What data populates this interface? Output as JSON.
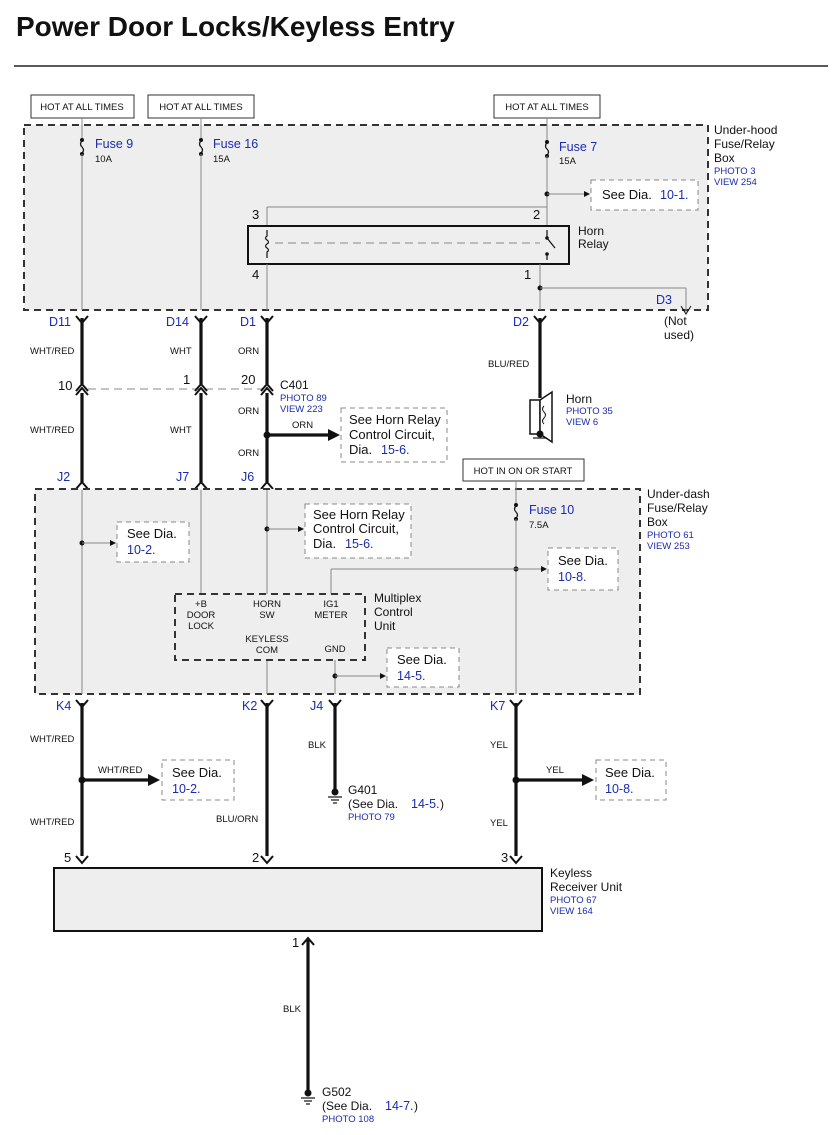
{
  "title": "Power Door Locks/Keyless Entry",
  "hot_labels": {
    "fuse9": "HOT AT ALL TIMES",
    "fuse16": "HOT AT ALL TIMES",
    "fuse7": "HOT AT ALL TIMES",
    "fuse10": "HOT IN ON OR START"
  },
  "underhood_box": {
    "name_line1": "Under-hood",
    "name_line2": "Fuse/Relay",
    "name_line3": "Box",
    "photo": "PHOTO 3",
    "view": "VIEW 254",
    "fuse9": {
      "name": "Fuse 9",
      "rating": "10A"
    },
    "fuse16": {
      "name": "Fuse 16",
      "rating": "15A"
    },
    "fuse7": {
      "name": "Fuse 7",
      "rating": "15A"
    },
    "see_dia_text": "See Dia.",
    "see_dia_ref": "10-1.",
    "horn_relay_line1": "Horn",
    "horn_relay_line2": "Relay",
    "relay_pins": {
      "p3": "3",
      "p2": "2",
      "p4": "4",
      "p1": "1"
    },
    "d3": "D3",
    "not_used_line1": "(Not",
    "not_used_line2": "used)"
  },
  "connectors": {
    "d11": "D11",
    "d14": "D14",
    "d1": "D1",
    "d2": "D2",
    "j2": "J2",
    "j7": "J7",
    "j6": "J6",
    "k4": "K4",
    "k2": "K2",
    "j4": "J4",
    "k7": "K7"
  },
  "wires": {
    "wht_red": "WHT/RED",
    "wht": "WHT",
    "orn": "ORN",
    "blu_red": "BLU/RED",
    "blk": "BLK",
    "blu_orn": "BLU/ORN",
    "yel": "YEL"
  },
  "c401": {
    "name": "C401",
    "photo": "PHOTO 89",
    "view": "VIEW 223",
    "pin10": "10",
    "pin1": "1",
    "pin20": "20"
  },
  "horn": {
    "name": "Horn",
    "photo": "PHOTO 35",
    "view": "VIEW 6"
  },
  "horn_relay_ctrl": {
    "line1": "See Horn Relay",
    "line2": "Control Circuit,",
    "line3": "Dia.",
    "ref": "15-6."
  },
  "underdash_box": {
    "name_line1": "Under-dash",
    "name_line2": "Fuse/Relay",
    "name_line3": "Box",
    "photo": "PHOTO 61",
    "view": "VIEW 253",
    "fuse10": {
      "name": "Fuse 10",
      "rating": "7.5A"
    },
    "see_dia_text": "See Dia.",
    "ref_10_2": "10-2.",
    "ref_10_8": "10-8.",
    "ref_14_5": "14-5."
  },
  "multiplex": {
    "name_line1": "Multiplex",
    "name_line2": "Control",
    "name_line3": "Unit",
    "b_door_l1": "+B",
    "b_door_l2": "DOOR",
    "b_door_l3": "LOCK",
    "horn_sw_l1": "HORN",
    "horn_sw_l2": "SW",
    "ig1_l1": "IG1",
    "ig1_l2": "METER",
    "keyless_l1": "KEYLESS",
    "keyless_l2": "COM",
    "gnd": "GND"
  },
  "lower_refs": {
    "see_dia_text": "See Dia.",
    "ref_10_2": "10-2.",
    "ref_10_8": "10-8."
  },
  "g401": {
    "name": "G401",
    "see_pre": "(See Dia.",
    "ref": "14-5.",
    "see_post": ")",
    "photo": "PHOTO 79"
  },
  "keyless_receiver": {
    "name_line1": "Keyless",
    "name_line2": "Receiver Unit",
    "photo": "PHOTO 67",
    "view": "VIEW 164",
    "pin5": "5",
    "pin2": "2",
    "pin3": "3",
    "pin1": "1"
  },
  "g502": {
    "name": "G502",
    "see_pre": "(See Dia.",
    "ref": "14-7.",
    "see_post": ")",
    "photo": "PHOTO 108"
  }
}
